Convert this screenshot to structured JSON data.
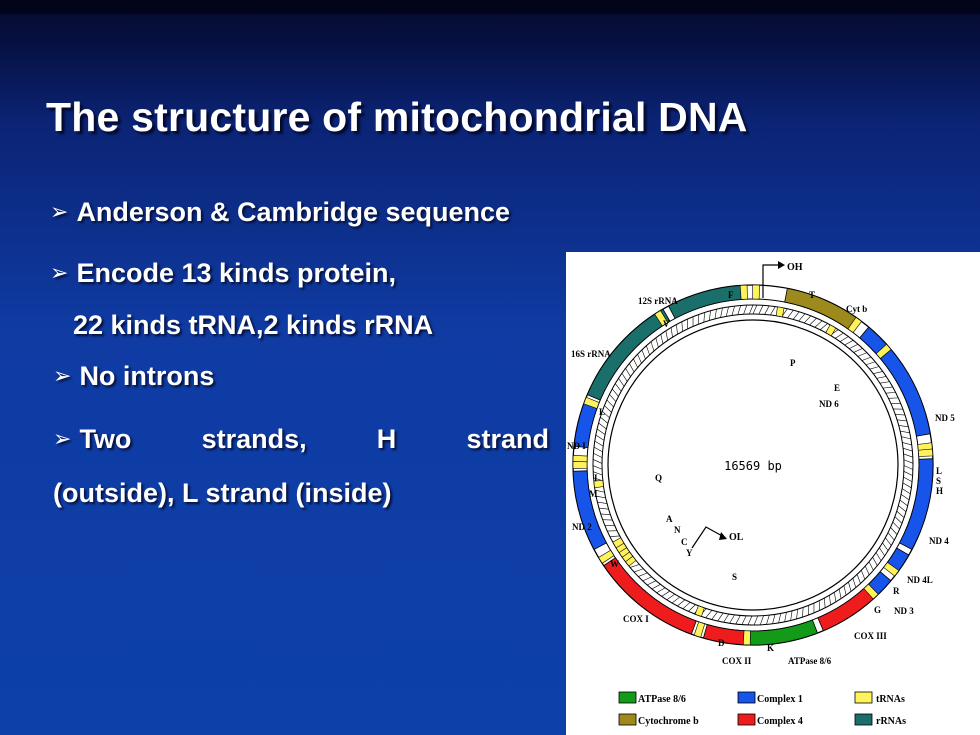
{
  "slide": {
    "title": "The structure of mitochondrial DNA",
    "bullets": {
      "b1": "Anderson & Cambridge sequence",
      "b2": "Encode 13 kinds protein,",
      "b2_cont": "22 kinds tRNA,2 kinds  rRNA",
      "b3": "No introns",
      "b4_words": [
        "Two",
        "strands,",
        "H",
        "strand"
      ],
      "b4_cont": "(outside), L strand (inside)"
    },
    "bullet_glyph": "➢"
  },
  "diagram": {
    "center_label": "16569 bp",
    "colors": {
      "atpase": "#129a18",
      "cytochrome": "#9c8a1c",
      "complex1": "#1654ea",
      "complex4": "#ee1c1c",
      "trna": "#fff25a",
      "rrna": "#1a6f6a"
    },
    "segments": [
      {
        "name": "12S rRNA",
        "type": "rrna",
        "start": 332,
        "end": 356
      },
      {
        "name": "16S rRNA",
        "type": "rrna",
        "start": 293,
        "end": 330
      },
      {
        "name": "Cyt b",
        "type": "cytochrome",
        "start": 11,
        "end": 35
      },
      {
        "name": "ND 6",
        "type": "complex1",
        "start": 40,
        "end": 48
      },
      {
        "name": "ND 5",
        "type": "complex1",
        "start": 50,
        "end": 80
      },
      {
        "name": "ND 4",
        "type": "complex1",
        "start": 88,
        "end": 118
      },
      {
        "name": "ND 4L",
        "type": "complex1",
        "start": 120,
        "end": 126
      },
      {
        "name": "ND 3",
        "type": "complex1",
        "start": 130,
        "end": 136
      },
      {
        "name": "COX III",
        "type": "complex4",
        "start": 138,
        "end": 157
      },
      {
        "name": "ATPase 8/6",
        "type": "atpase",
        "start": 159,
        "end": 181
      },
      {
        "name": "COX II",
        "type": "complex4",
        "start": 183,
        "end": 196
      },
      {
        "name": "COX I",
        "type": "complex4",
        "start": 200,
        "end": 236
      },
      {
        "name": "ND 2",
        "type": "complex1",
        "start": 242,
        "end": 268
      },
      {
        "name": "ND I",
        "type": "complex1",
        "start": 276,
        "end": 290
      }
    ],
    "trnas_outer": [
      1,
      357,
      328,
      291,
      272,
      270,
      238,
      198,
      182,
      137,
      127,
      84,
      86,
      49,
      36
    ],
    "trnas_inner": [
      10,
      30,
      263,
      232,
      234,
      236,
      238,
      240,
      200
    ],
    "labels": {
      "o_h": "OH",
      "o_l": "OL",
      "rrna12": "12S rRNA",
      "rrna16": "16S rRNA",
      "f": "F",
      "t": "T",
      "v": "V",
      "cytb": "Cyt b",
      "p": "P",
      "e": "E",
      "nd6": "ND 6",
      "l_left": "L",
      "nd5": "ND 5",
      "nd1": "ND I",
      "i": "I",
      "q": "Q",
      "m": "M",
      "l_right": "L",
      "s_right": "S",
      "h_right": "H",
      "nd2": "ND 2",
      "a": "A",
      "n": "N",
      "c": "C",
      "y": "Y",
      "nd4": "ND 4",
      "w": "W",
      "s": "S",
      "r": "R",
      "nd4l": "ND 4L",
      "cox1": "COX I",
      "g": "G",
      "nd3": "ND 3",
      "d": "D",
      "cox3": "COX III",
      "k": "K",
      "cox2": "COX II",
      "atpase_label": "ATPase 8/6"
    },
    "legend": [
      {
        "label": "ATPase 8/6",
        "type": "atpase"
      },
      {
        "label": "Complex 1",
        "type": "complex1"
      },
      {
        "label": "tRNAs",
        "type": "trna"
      },
      {
        "label": "Cytochrome b",
        "type": "cytochrome"
      },
      {
        "label": "Complex 4",
        "type": "complex4"
      },
      {
        "label": "rRNAs",
        "type": "rrna"
      }
    ]
  }
}
